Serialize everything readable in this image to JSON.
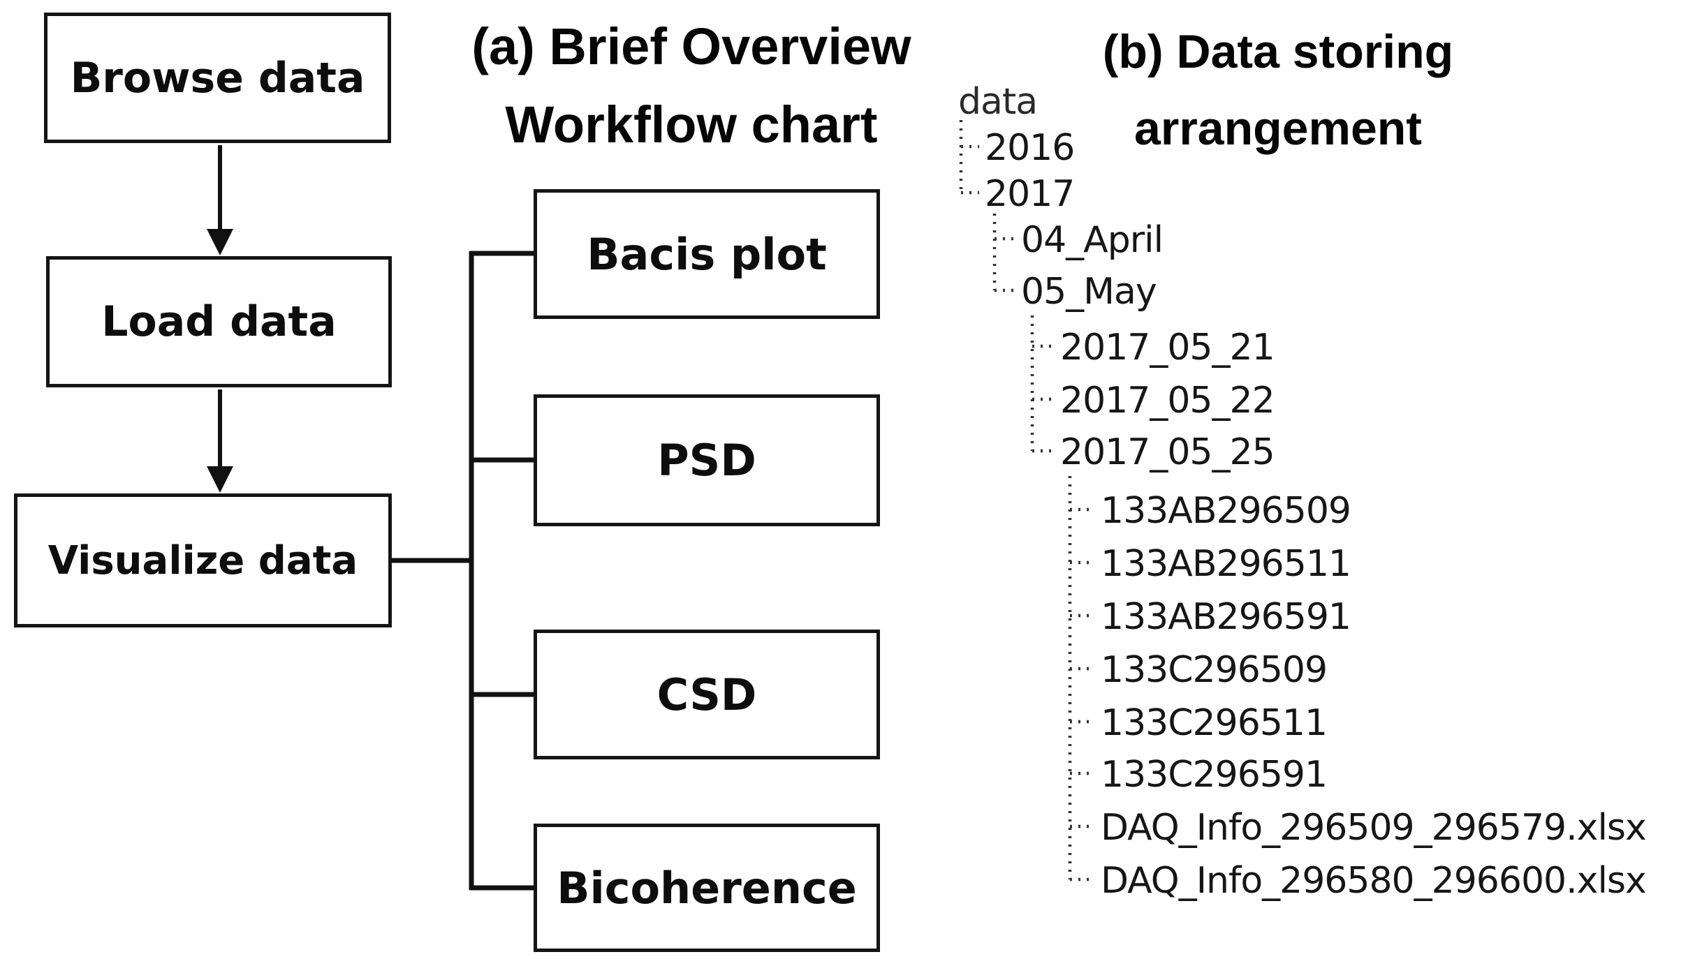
{
  "figure": {
    "background": "#ffffff",
    "ink": "#111111"
  },
  "workflow_panel": {
    "title_line1": "(a) Brief Overview",
    "title_line2": "Workflow chart",
    "steps": [
      {
        "label": "Browse data"
      },
      {
        "label": "Load data"
      },
      {
        "label": "Visualize data"
      }
    ],
    "outputs": [
      {
        "label": "Bacis plot"
      },
      {
        "label": "PSD"
      },
      {
        "label": "CSD"
      },
      {
        "label": "Bicoherence"
      }
    ]
  },
  "tree_panel": {
    "title_line1": "(b) Data storing",
    "title_line2": "arrangement",
    "root": "data",
    "items": [
      {
        "label": "2016",
        "level": 1
      },
      {
        "label": "2017",
        "level": 1
      },
      {
        "label": "04_April",
        "level": 2
      },
      {
        "label": "05_May",
        "level": 2
      },
      {
        "label": "2017_05_21",
        "level": 3
      },
      {
        "label": "2017_05_22",
        "level": 3
      },
      {
        "label": "2017_05_25",
        "level": 3
      },
      {
        "label": "133AB296509",
        "level": 4
      },
      {
        "label": "133AB296511",
        "level": 4
      },
      {
        "label": "133AB296591",
        "level": 4
      },
      {
        "label": "133C296509",
        "level": 4
      },
      {
        "label": "133C296511",
        "level": 4
      },
      {
        "label": "133C296591",
        "level": 4
      },
      {
        "label": "DAQ_Info_296509_296579.xlsx",
        "level": 4
      },
      {
        "label": "DAQ_Info_296580_296600.xlsx",
        "level": 4
      }
    ]
  }
}
